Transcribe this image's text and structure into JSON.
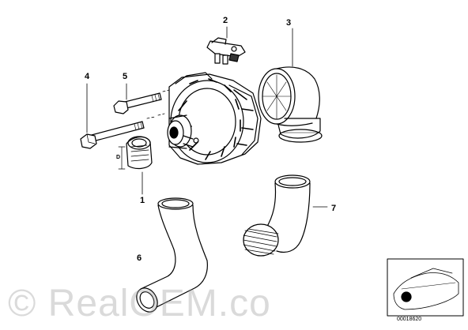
{
  "callouts": {
    "c1": "1",
    "c2": "2",
    "c3": "3",
    "c4": "4",
    "c5": "5",
    "c6": "6",
    "c7": "7"
  },
  "dimension_label": "D",
  "watermark": "© RealOEM.co",
  "diagram_number": "00018620",
  "colors": {
    "line": "#000000",
    "background": "#ffffff",
    "watermark": "#969696"
  }
}
